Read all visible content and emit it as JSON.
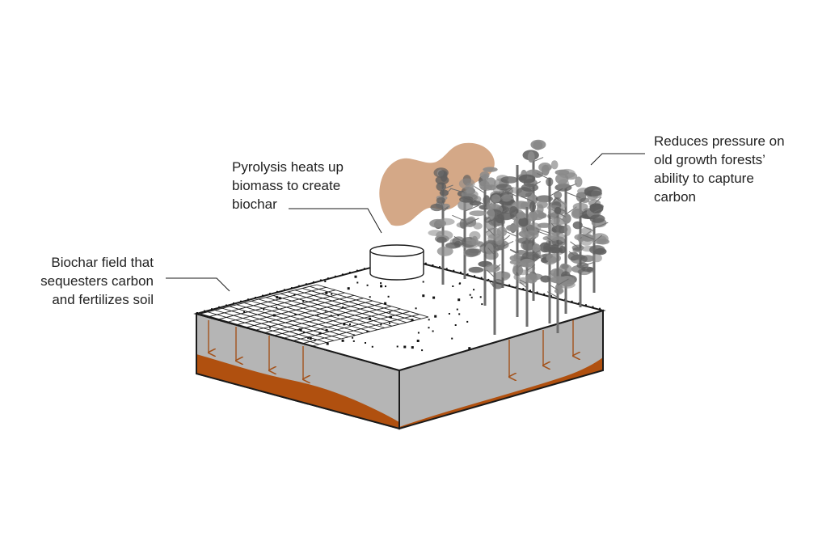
{
  "labels": {
    "biochar_field": "Biochar field that\nsequesters carbon\nand fertilizes soil",
    "pyrolysis": "Pyrolysis heats up\nbiomass to create\nbiochar",
    "forest": "Reduces pressure on\nold growth forests’\nability to capture\ncarbon"
  },
  "colors": {
    "soil_side": "#b5b5b5",
    "soil_side_dark": "#a9a9a9",
    "carbon_layer": "#b0500f",
    "arrow": "#a4531c",
    "smoke": "#d4a887",
    "trunk": "#6e6e6e",
    "foliage": "#8a8a8a",
    "foliage_dark": "#5e5e5e",
    "outline": "#1a1a1a"
  },
  "icons": {
    "kiln": "cylinder-kiln-icon",
    "smoke": "smoke-cloud-icon",
    "forest": "tree-cluster-icon",
    "grid": "biochar-grid-icon",
    "arrows": "downward-carbon-arrow-icon"
  }
}
